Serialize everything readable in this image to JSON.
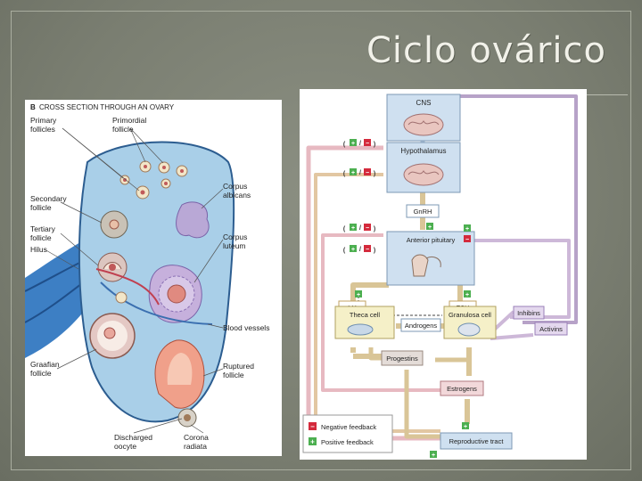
{
  "slide": {
    "title": "Ciclo ovárico"
  },
  "left_figure": {
    "heading_letter": "B",
    "heading": "CROSS SECTION THROUGH AN OVARY",
    "labels": {
      "primary_follicles": [
        "Primary",
        "follicles"
      ],
      "primordial_follicle": [
        "Primordial",
        "follicle"
      ],
      "secondary_follicle": [
        "Secondary",
        "follicle"
      ],
      "tertiary_follicle": [
        "Tertiary",
        "follicle"
      ],
      "hilus": "Hilus",
      "graafian_follicle": [
        "Graafian",
        "follicle"
      ],
      "discharged_oocyte": [
        "Discharged",
        "oocyte"
      ],
      "corpus_albicans": [
        "Corpus",
        "albicans"
      ],
      "corpus_luteum": [
        "Corpus",
        "luteum"
      ],
      "blood_vessels": "Blood vessels",
      "ruptured_follicle": [
        "Ruptured",
        "follicle"
      ],
      "corona_radiata": [
        "Corona",
        "radiata"
      ]
    }
  },
  "right_figure": {
    "boxes": {
      "cns": "CNS",
      "hypothalamus": "Hypothalamus",
      "gnrh": "GnRH",
      "anterior_pituitary": "Anterior pituitary",
      "lh": "LH",
      "fsh": "FSH",
      "theca_cell": "Theca cell",
      "androgens": "Androgens",
      "granulosa_cell": "Granulosa cell",
      "inhibins": "Inhibins",
      "activins": "Activins",
      "progestins": "Progestins",
      "estrogens": "Estrogens",
      "reproductive_tract": "Reproductive tract"
    },
    "legend": {
      "negative": "Negative feedback",
      "positive": "Positive feedback"
    },
    "colors": {
      "box_fill": "#cfe0f0",
      "box_stroke": "#7d98b4",
      "arrow_tan": "#d9c597",
      "arrow_pink": "#e7b9c1",
      "arrow_purple": "#b7a2c8",
      "plus": "#4caf50",
      "minus": "#d42a3c"
    }
  }
}
